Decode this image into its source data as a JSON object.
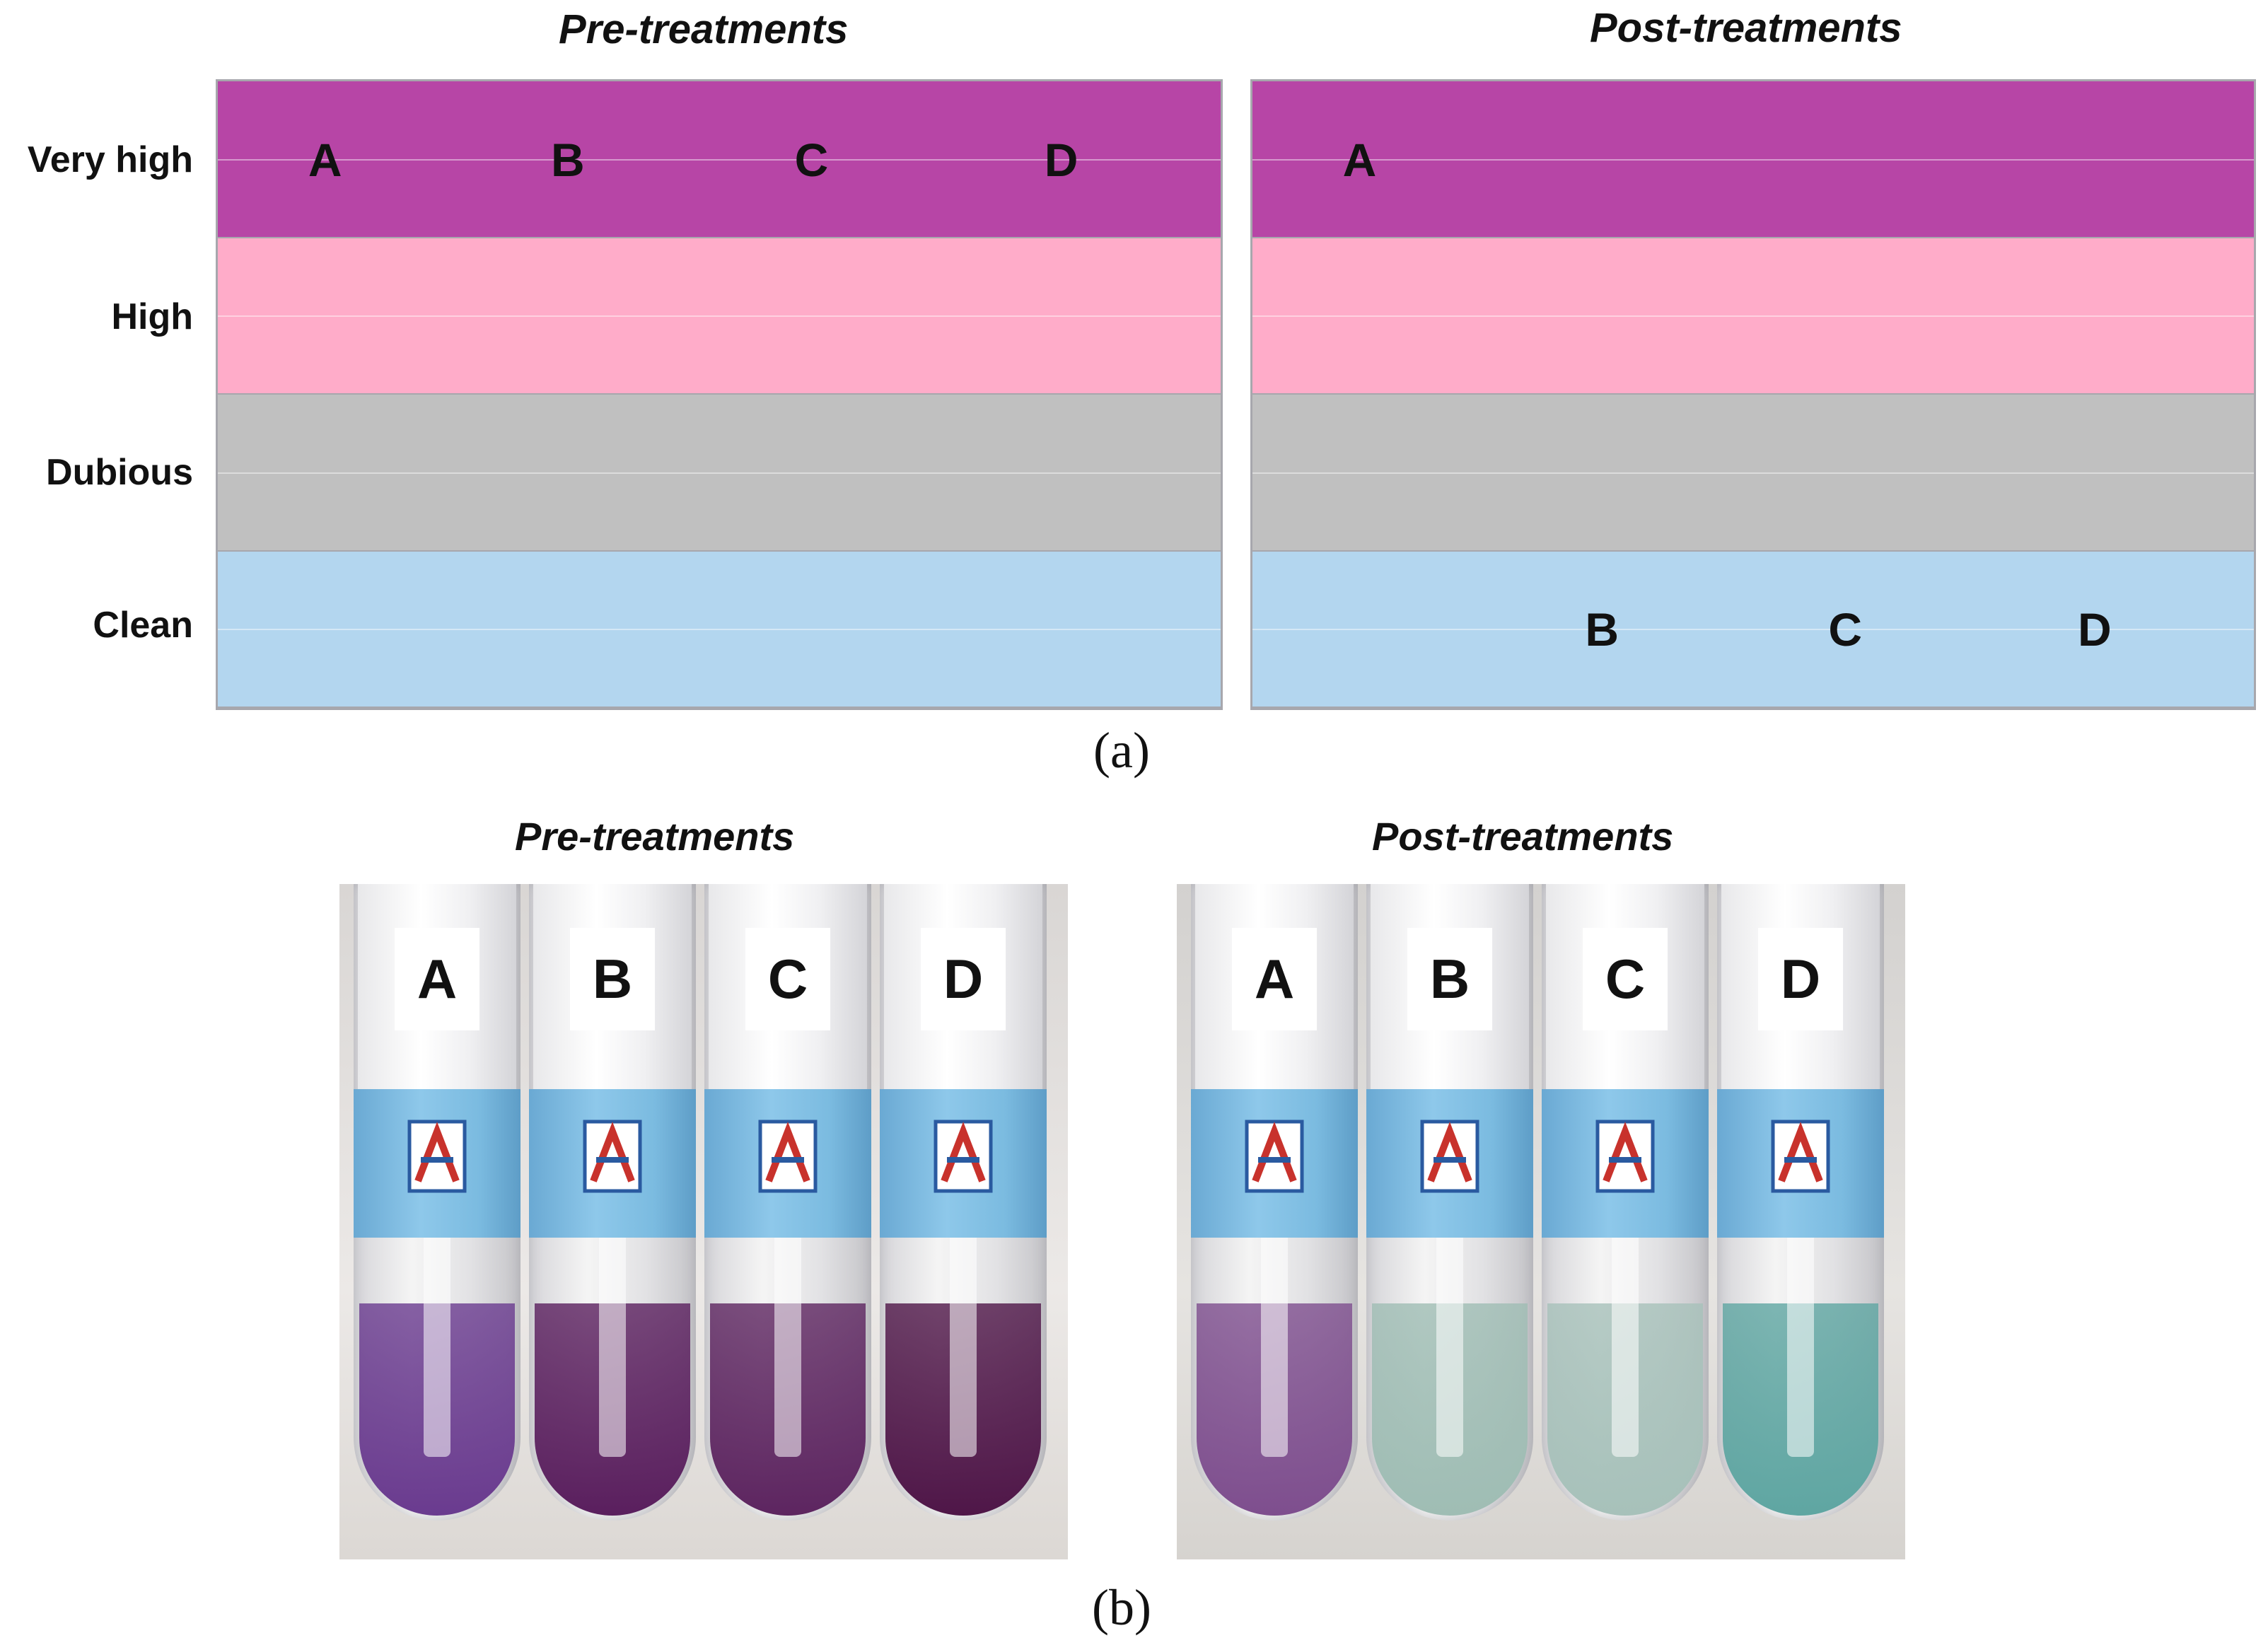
{
  "panel_a": {
    "pre_title": "Pre-treatments",
    "post_title": "Post-treatments",
    "levels": [
      "Very high",
      "High",
      "Dubious",
      "Clean"
    ],
    "level_colors": [
      "#b745a6",
      "#ffacc9",
      "#c0c0c0",
      "#b3d6ef"
    ],
    "pre_positions": [
      {
        "sample": "A",
        "level": "Very high"
      },
      {
        "sample": "B",
        "level": "Very high"
      },
      {
        "sample": "C",
        "level": "Very high"
      },
      {
        "sample": "D",
        "level": "Very high"
      }
    ],
    "post_positions": [
      {
        "sample": "A",
        "level": "Very high"
      },
      {
        "sample": "B",
        "level": "Clean"
      },
      {
        "sample": "C",
        "level": "Clean"
      },
      {
        "sample": "D",
        "level": "Clean"
      }
    ],
    "caption": "(a)"
  },
  "panel_b": {
    "pre_title": "Pre-treatments",
    "post_title": "Post-treatments",
    "pre_tubes": [
      {
        "label": "A",
        "liquid_color": "#6a3b8f"
      },
      {
        "label": "B",
        "liquid_color": "#5a1f5e"
      },
      {
        "label": "C",
        "liquid_color": "#5d2560"
      },
      {
        "label": "D",
        "liquid_color": "#4f1648"
      }
    ],
    "post_tubes": [
      {
        "label": "A",
        "liquid_color": "#7e4e8e"
      },
      {
        "label": "B",
        "liquid_color": "#9fbdb4"
      },
      {
        "label": "C",
        "liquid_color": "#a7c1ba"
      },
      {
        "label": "D",
        "liquid_color": "#5fa6a2"
      }
    ],
    "caption": "(b)"
  }
}
